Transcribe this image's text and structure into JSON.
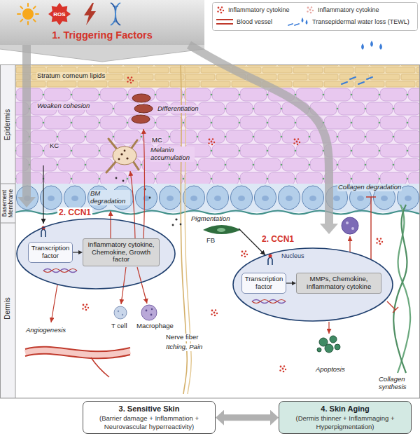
{
  "diagram": {
    "nodes": [
      {
        "text": [
          "1. Triggering Factors"
        ]
      },
      {
        "text": [
          "2. CCN1"
        ]
      },
      {
        "text": [
          "Transcription factor"
        ],
        "in": 1
      },
      {
        "text": [
          "Inflammatory cytokine, Chemokine, Growth factor"
        ],
        "in": 1
      },
      {
        "text": [
          "2. CCN1",
          "Nucleus"
        ]
      },
      {
        "text": [
          "Transcription factor"
        ],
        "in": 4
      },
      {
        "text": [
          "MMPs, Chemokine, Inflammatory cytokine"
        ],
        "in": 4
      },
      {
        "text": [
          "3. Sensitive Skin",
          "(Barrier damage + Inflammation + Neurovascular hyperreactivity)"
        ]
      },
      {
        "text": [
          "4. Skin Aging",
          "(Dermis thinner + Inflammaging + Hyperpigmentation)"
        ]
      }
    ],
    "edges": [
      {
        "from": 0,
        "to": 1,
        "arrow": "to"
      },
      {
        "from": 0,
        "to": 4,
        "arrow": "to"
      },
      {
        "from": 2,
        "to": 3,
        "arrow": "to"
      },
      {
        "from": 5,
        "to": 6,
        "arrow": "to"
      },
      {
        "from": 7,
        "to": 8,
        "arrow": "both"
      }
    ],
    "labels": [
      "ROS",
      "Stratum corneum lipids",
      "Epidermis",
      "Basement Membrane",
      "Dermis",
      "Weaken cohesion",
      "KC",
      "Differentiation",
      "MC",
      "Melanin accumulation",
      "BM degradation",
      "Collagen degradation",
      "Pigmentation",
      "FB",
      "Angiogenesis",
      "T cell",
      "Macrophage",
      "Nerve fiber",
      "Itching, Pain",
      "Collagen synthesis",
      "Apoptosis"
    ],
    "legend": [
      {
        "text": "Inflammatory cytokine"
      },
      {
        "text": "Inflammatory cytokine"
      },
      {
        "text": "Blood vessel"
      },
      {
        "text": "Transepidermal water loss (TEWL)"
      }
    ]
  }
}
